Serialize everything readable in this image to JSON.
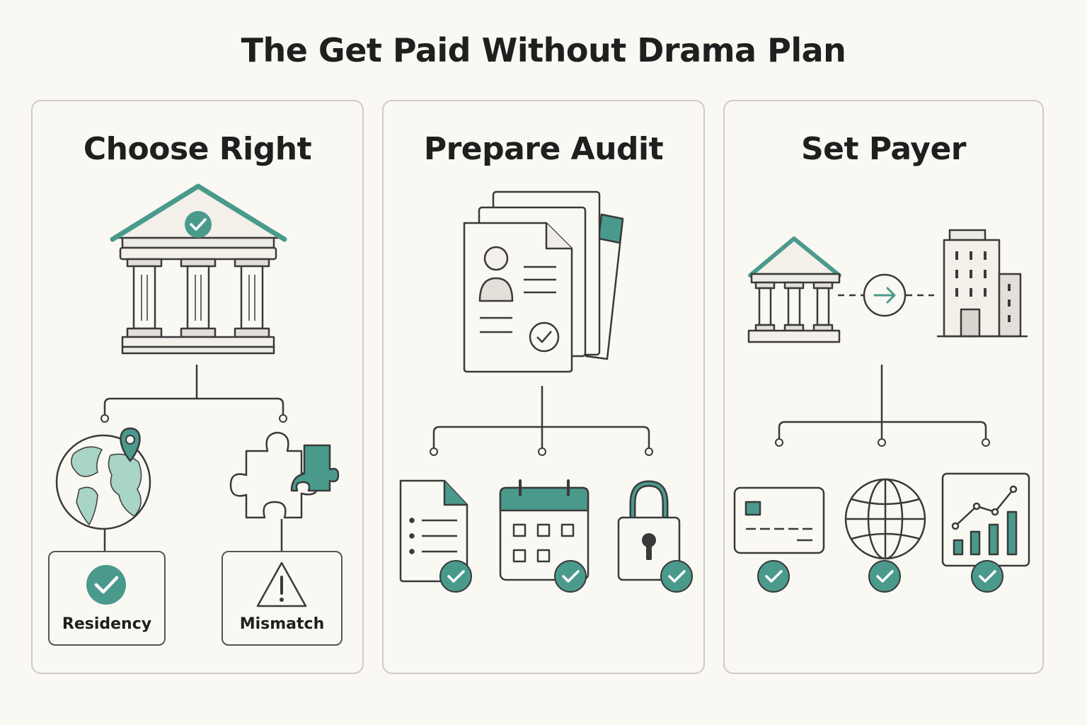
{
  "title": "The Get Paid Without Drama Plan",
  "colors": {
    "accent": "#4a9a8c",
    "accent_light": "#a8d5c5",
    "stroke": "#3a3a3a",
    "panel_border": "#cfcbc4",
    "background": "#faf8f3"
  },
  "panels": [
    {
      "title": "Choose Right",
      "main_icon": "bank-check-icon",
      "children": [
        {
          "icon": "globe-pin-icon",
          "badge_icon": "check-circle-icon",
          "label": "Residency"
        },
        {
          "icon": "puzzle-icon",
          "badge_icon": "warning-icon",
          "label": "Mismatch"
        }
      ]
    },
    {
      "title": "Prepare Audit",
      "main_icon": "document-stack-icon",
      "children": [
        {
          "icon": "checklist-document-icon",
          "badge_icon": "check-circle-icon"
        },
        {
          "icon": "calendar-icon",
          "badge_icon": "check-circle-icon"
        },
        {
          "icon": "padlock-icon",
          "badge_icon": "check-circle-icon"
        }
      ]
    },
    {
      "title": "Set Payer",
      "main_icon": "bank-to-building-icon",
      "children": [
        {
          "icon": "credit-card-icon",
          "badge_icon": "check-circle-icon"
        },
        {
          "icon": "globe-icon",
          "badge_icon": "check-circle-icon"
        },
        {
          "icon": "growth-chart-icon",
          "badge_icon": "check-circle-icon"
        }
      ]
    }
  ]
}
